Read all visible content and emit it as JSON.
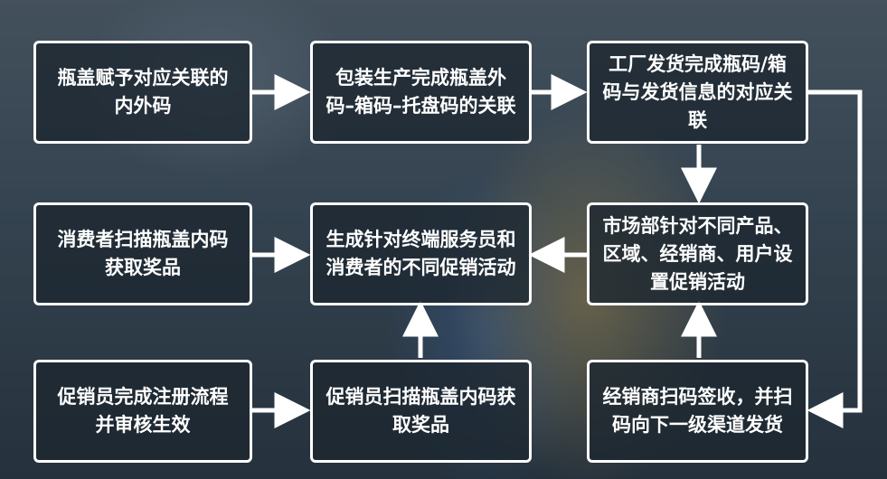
{
  "boxes": {
    "b1": "瓶盖赋予对应关联的内外码",
    "b2": "包装生产完成瓶盖外码–箱码–托盘码的关联",
    "b3": "工厂发货完成瓶码/箱码与发货信息的对应关联",
    "b4": "消费者扫描瓶盖内码获取奖品",
    "b5": "生成针对终端服务员和消费者的不同促销活动",
    "b6": "市场部针对不同产品、区域、经销商、用户设置促销活动",
    "b7": "促销员完成注册流程并审核生效",
    "b8": "促销员扫描瓶盖内码获取奖品",
    "b9": "经销商扫码签收，并扫码向下一级渠道发货"
  },
  "colors": {
    "box_border": "#ffffff",
    "arrow": "#ffffff",
    "text": "#ffffff"
  }
}
